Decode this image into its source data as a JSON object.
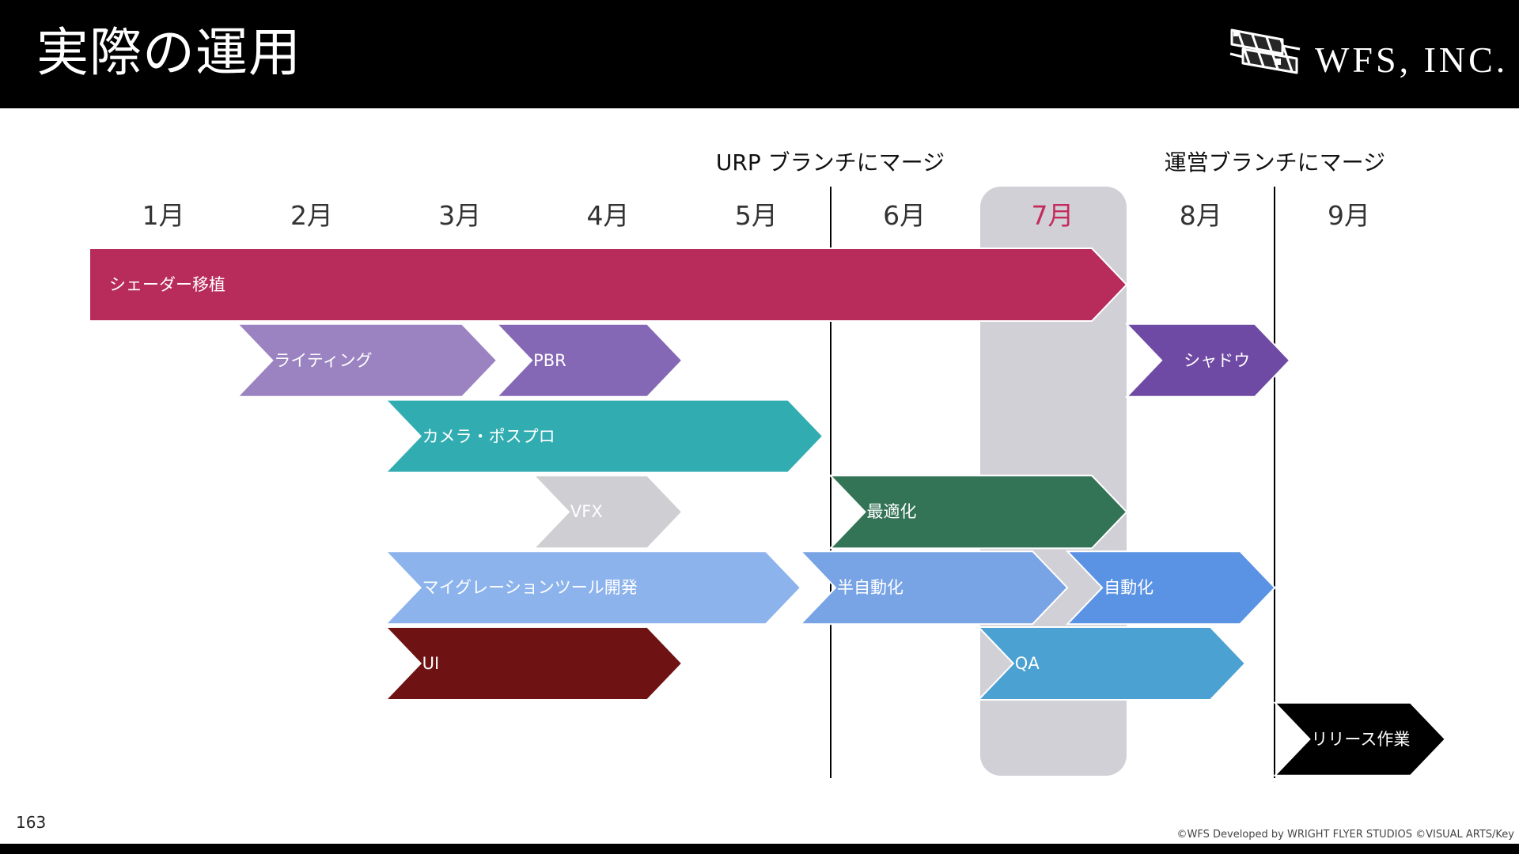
{
  "slide": {
    "title": "実際の運用",
    "page_number": "163"
  },
  "brand": {
    "logo_text": "WFS, INC.",
    "copyright": "©WFS Developed by WRIGHT FLYER STUDIOS ©VISUAL ARTS/Key"
  },
  "timeline": {
    "months": [
      "1月",
      "2月",
      "3月",
      "4月",
      "5月",
      "6月",
      "7月",
      "8月",
      "9月"
    ],
    "highlight_month_index": 6,
    "milestones": [
      {
        "label": "URP ブランチにマージ",
        "at_month": 5.0
      },
      {
        "label": "運営ブランチにマージ",
        "at_month": 8.0
      }
    ]
  },
  "colors": {
    "header_bg": "#000000",
    "highlight_column": "#d1d0d6",
    "highlight_month_text": "#c42b5c"
  },
  "tasks": [
    {
      "label": "シェーダー移植",
      "row": 0,
      "start_month": 0.0,
      "end_month": 7.0,
      "color": "#b82c5c"
    },
    {
      "label": "ライティング",
      "row": 1,
      "start_month": 1.0,
      "end_month": 2.75,
      "color": "#9b83c1"
    },
    {
      "label": "PBR",
      "row": 1,
      "start_month": 2.75,
      "end_month": 4.0,
      "color": "#8467b5"
    },
    {
      "label": "シャドウ",
      "row": 1,
      "start_month": 7.0,
      "end_month": 8.1,
      "color": "#6f4aa4"
    },
    {
      "label": "カメラ・ポスプロ",
      "row": 2,
      "start_month": 2.0,
      "end_month": 4.95,
      "color": "#31adb1"
    },
    {
      "label": "VFX",
      "row": 3,
      "start_month": 3.0,
      "end_month": 4.0,
      "color": "#cfcfd3"
    },
    {
      "label": "最適化",
      "row": 3,
      "start_month": 5.0,
      "end_month": 7.0,
      "color": "#337356"
    },
    {
      "label": "マイグレーションツール開発",
      "row": 4,
      "start_month": 2.0,
      "end_month": 4.8,
      "color": "#8db3ed"
    },
    {
      "label": "半自動化",
      "row": 4,
      "start_month": 4.8,
      "end_month": 6.6,
      "color": "#78a4e6"
    },
    {
      "label": "自動化",
      "row": 4,
      "start_month": 6.6,
      "end_month": 8.0,
      "color": "#5b93e4"
    },
    {
      "label": "UI",
      "row": 5,
      "start_month": 2.0,
      "end_month": 4.0,
      "color": "#6f1214"
    },
    {
      "label": "QA",
      "row": 5,
      "start_month": 6.0,
      "end_month": 7.8,
      "color": "#4ba1d1"
    },
    {
      "label": "リリース作業",
      "row": 6,
      "start_month": 8.0,
      "end_month": 9.15,
      "color": "#000000"
    }
  ]
}
